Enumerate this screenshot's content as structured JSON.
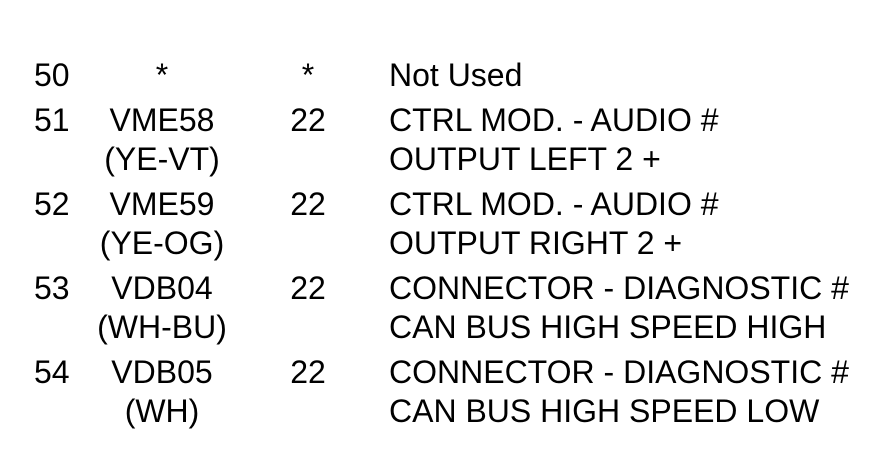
{
  "colors": {
    "background": "#ffffff",
    "text": "#000000"
  },
  "table": {
    "columns": [
      "pin",
      "wire_code",
      "gauge",
      "description"
    ],
    "rows": [
      {
        "pin": "50",
        "wire_code": "*",
        "wire_color": "",
        "gauge": "*",
        "description_line1": "Not Used",
        "description_line2": ""
      },
      {
        "pin": "51",
        "wire_code": "VME58",
        "wire_color": "(YE-VT)",
        "gauge": "22",
        "description_line1": "CTRL MOD. - AUDIO #",
        "description_line2": "OUTPUT LEFT 2 +"
      },
      {
        "pin": "52",
        "wire_code": "VME59",
        "wire_color": "(YE-OG)",
        "gauge": "22",
        "description_line1": "CTRL MOD. - AUDIO #",
        "description_line2": "OUTPUT RIGHT 2 +"
      },
      {
        "pin": "53",
        "wire_code": "VDB04",
        "wire_color": "(WH-BU)",
        "gauge": "22",
        "description_line1": "CONNECTOR - DIAGNOSTIC #",
        "description_line2": "CAN BUS HIGH SPEED HIGH"
      },
      {
        "pin": "54",
        "wire_code": "VDB05",
        "wire_color": "(WH)",
        "gauge": "22",
        "description_line1": "CONNECTOR - DIAGNOSTIC #",
        "description_line2": "CAN BUS HIGH SPEED LOW"
      }
    ]
  }
}
